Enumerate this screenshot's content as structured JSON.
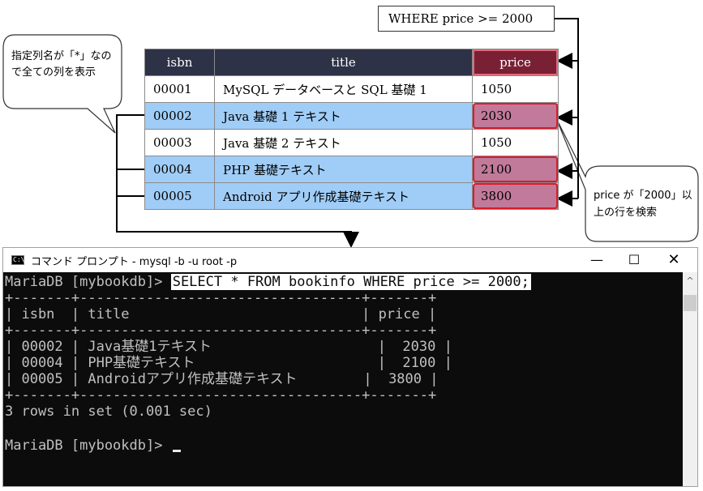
{
  "callout_sql": "WHERE price >= 2000",
  "bubble_left": "指定列名が「*」なので全ての列を表示",
  "bubble_right": "price が「2000」以上の行を検索",
  "table": {
    "headers": [
      "isbn",
      "title",
      "price"
    ],
    "rows": [
      {
        "isbn": "00001",
        "title": "MySQL データベースと SQL 基礎 1",
        "price": "1050",
        "highlight": false
      },
      {
        "isbn": "00002",
        "title": "Java 基礎 1 テキスト",
        "price": "2030",
        "highlight": true
      },
      {
        "isbn": "00003",
        "title": "Java 基礎 2 テキスト",
        "price": "1050",
        "highlight": false
      },
      {
        "isbn": "00004",
        "title": "PHP 基礎テキスト",
        "price": "2100",
        "highlight": true
      },
      {
        "isbn": "00005",
        "title": "Android アプリ作成基礎テキスト",
        "price": "3800",
        "highlight": true
      }
    ]
  },
  "console": {
    "window_title": "コマンド プロンプト - mysql  -b -u root -p",
    "min_glyph": "—",
    "max_glyph": "☐",
    "close_glyph": "✕",
    "icon_text": "C:\\",
    "prompt": "MariaDB [mybookdb]> ",
    "query": "SELECT * FROM bookinfo WHERE price >= 2000;",
    "separator": "+-------+----------------------------------+-------+",
    "header_line": "| isbn  | title                            | price |",
    "result_lines": [
      "| 00002 | Java基礎1テキスト                    |  2030 |",
      "| 00004 | PHP基礎テキスト                      |  2100 |",
      "| 00005 | Androidアプリ作成基礎テキスト        |  3800 |"
    ],
    "summary": "3 rows in set (0.001 sec)",
    "final_prompt": "MariaDB [mybookdb]> ",
    "scroll_up_glyph": "^"
  }
}
